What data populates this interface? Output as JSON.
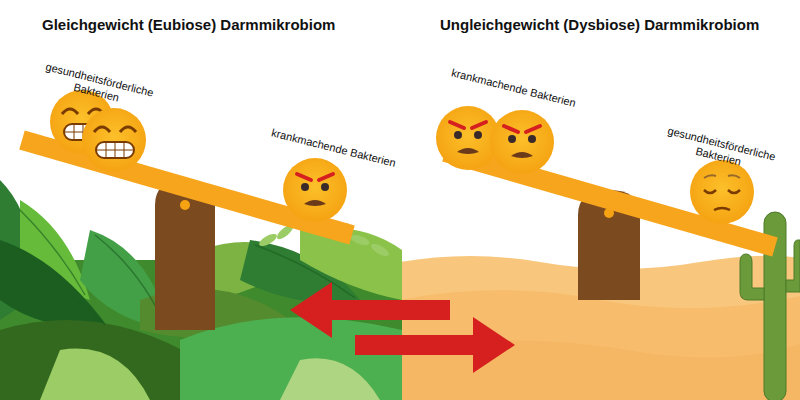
{
  "diagram": {
    "labels": [
      "Gleichgewicht (Eubiose) Darmmikrobiom",
      "Ungleichgewicht (Dysbiose) Darmmikrobiom",
      "gesundheitsförderliche Bakterien",
      "krankmachende Bakterien",
      "krankmachende Bakterien",
      "gesundheitsförderliche Bakterien"
    ]
  }
}
